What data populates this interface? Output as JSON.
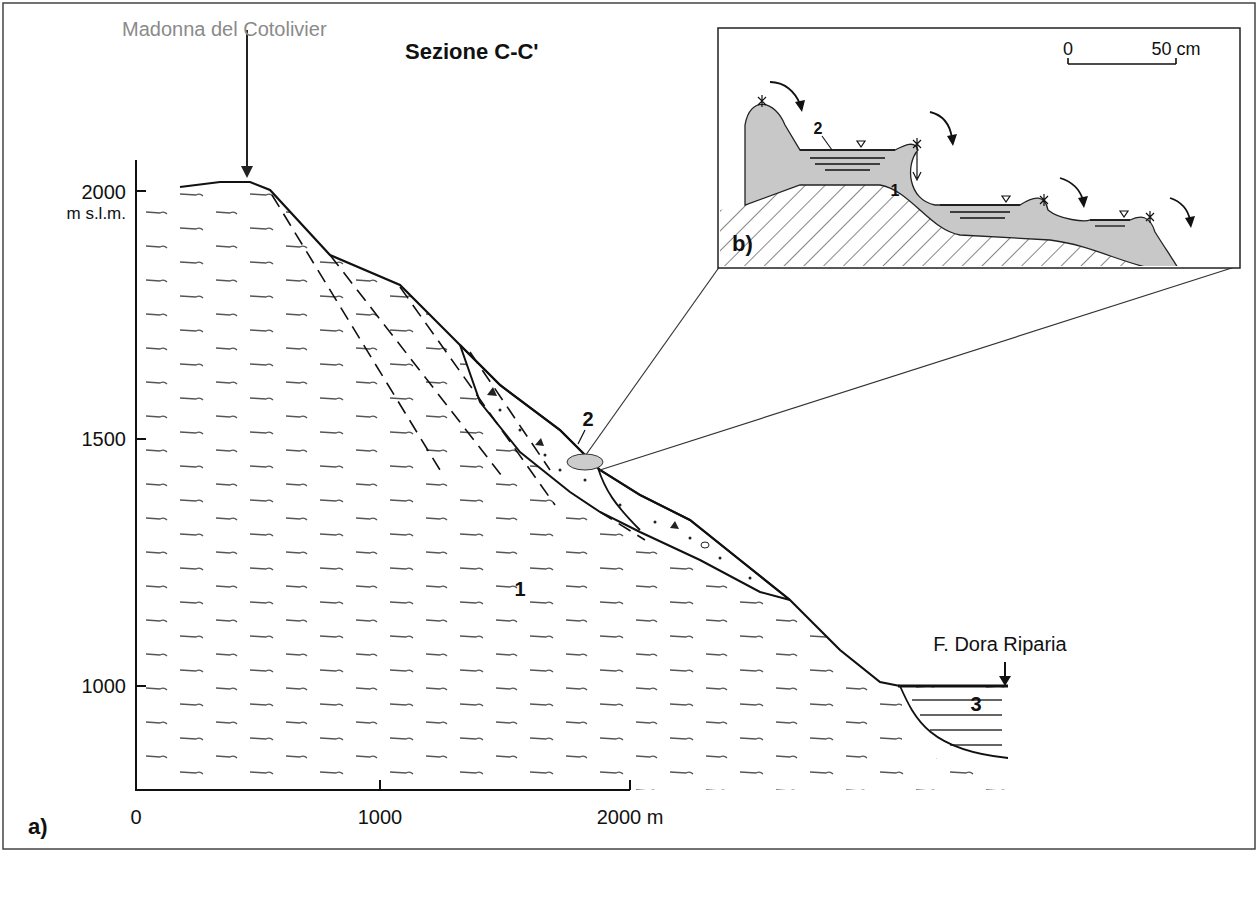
{
  "diagram": {
    "labels": [
      "Madonna del Cotolivier",
      "Sezione C-C'",
      "0",
      "50 cm",
      "2",
      "1",
      "b)",
      "2000",
      "m s.l.m.",
      "2",
      "1500",
      "1",
      "F. Dora Riparia",
      "3",
      "1000",
      "0",
      "1000",
      "2000 m",
      "a)"
    ]
  }
}
